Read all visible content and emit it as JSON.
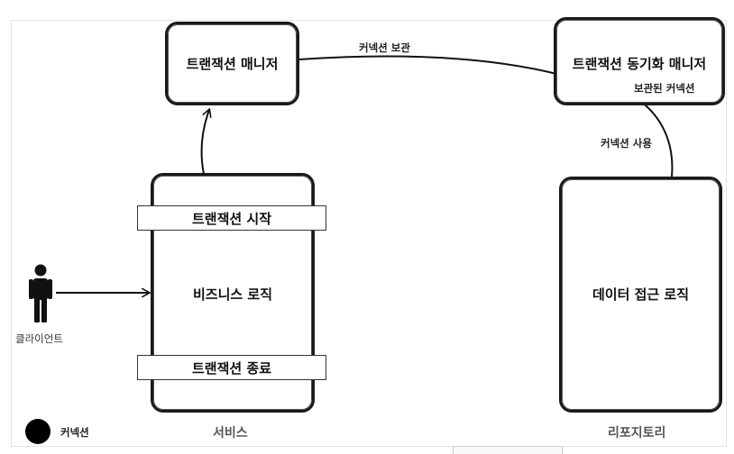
{
  "nodes": {
    "tx_manager": "트랜잭션 매니저",
    "sync_manager": "트랜잭션 동기화 매니저",
    "service_logic": "비즈니스 로직",
    "tx_start": "트랜잭션 시작",
    "tx_end": "트랜잭션 종료",
    "data_access_logic": "데이터 접근 로직",
    "client": "클라이언트"
  },
  "edges": {
    "store_connection": "커넥션 보관",
    "use_connection": "커넥션 사용",
    "stored_connection": "보관된 커넥션"
  },
  "groups": {
    "service": "서비스",
    "repository": "리포지토리"
  },
  "legend": {
    "connection": "커넥션"
  }
}
